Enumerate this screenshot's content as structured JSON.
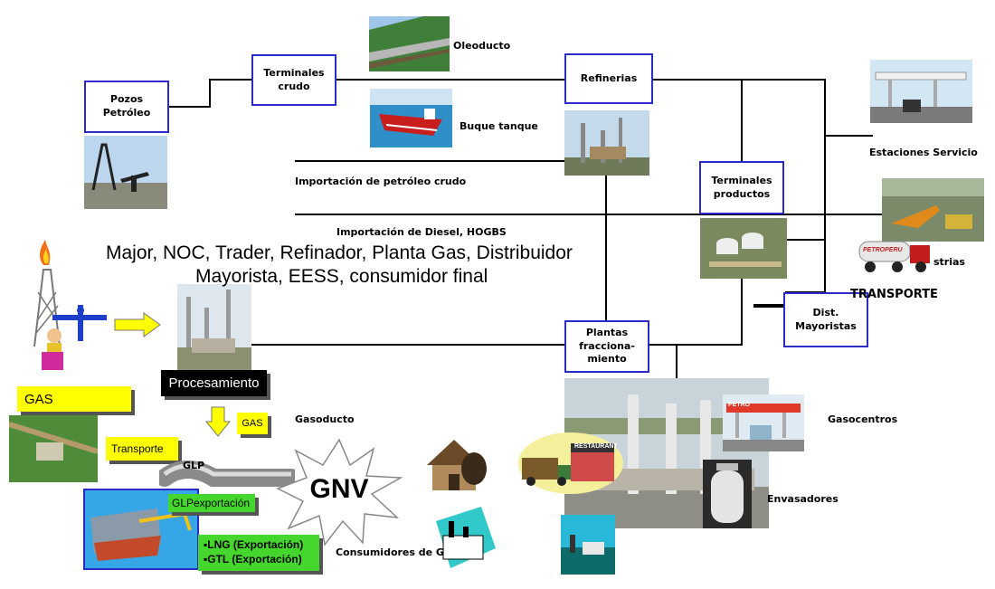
{
  "nodes": {
    "pozos": "Pozos Petróleo",
    "terminales_crudo": "Terminales\ncrudo",
    "refinerias": "Refinerias",
    "terminales_productos": "Terminales\nproductos",
    "plantas": "Plantas\nfracciona-\nmiento",
    "dist_mayoristas": "Dist. Mayoristas"
  },
  "labels": {
    "oleoducto": "Oleoducto",
    "buque": "Buque tanque",
    "import_crudo": "Importación de petróleo crudo",
    "import_diesel": "Importación de Diesel, HOGBS",
    "estaciones": "Estaciones Servicio",
    "industrias": "strias",
    "transporte_main": "TRANSPORTE",
    "gasoducto": "Gasoducto",
    "gasocentros": "Gasocentros",
    "envasadores": "Envasadores",
    "consumidores": "Consumidores de G",
    "glp": "GLP",
    "truck_brand": "PETROPERU",
    "store_sign": "RESTAURANT",
    "gas_station_brand": "PETRO"
  },
  "actors_line1": "Major, NOC, Trader, Refinador, Planta Gas, Distribuidor",
  "actors_line2": "Mayorista, EESS, consumidor final",
  "callouts": {
    "gas": "GAS",
    "procesamiento": "Procesamiento",
    "gas_small": "GAS",
    "transporte": "Transporte",
    "glp_export": "GLPexportación",
    "gnv": "GNV",
    "lng": "▪LNG (Exportación)",
    "gtl": "▪GTL (Exportación)"
  },
  "colors": {
    "box_border": "#2b2bc8",
    "yellow": "#ffff00",
    "green": "#44d62c",
    "dark_box": "#000000"
  }
}
